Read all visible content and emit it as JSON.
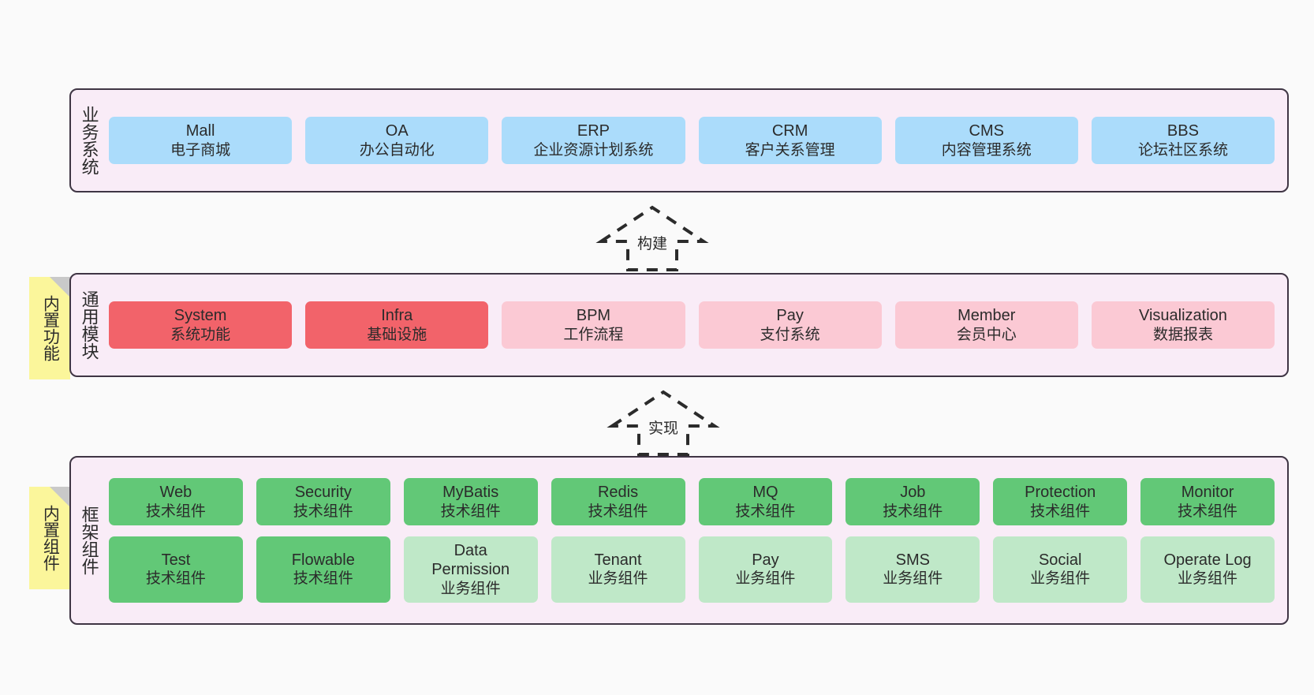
{
  "diagram": {
    "background": "#fafafa",
    "layer_fill": "#f9ecf7",
    "layer_border": "#3f3544",
    "note_fill": "#fbf69b",
    "note_fold": "#c9c9c9",
    "arrow_color": "#2b2b2b"
  },
  "layers": [
    {
      "id": "business-systems",
      "title": "业务系统",
      "rows": [
        [
          {
            "name": "Mall",
            "desc": "电子商城",
            "color": "#abdcfb",
            "style": "c-blue"
          },
          {
            "name": "OA",
            "desc": "办公自动化",
            "color": "#abdcfb",
            "style": "c-blue"
          },
          {
            "name": "ERP",
            "desc": "企业资源计划系统",
            "color": "#abdcfb",
            "style": "c-blue"
          },
          {
            "name": "CRM",
            "desc": "客户关系管理",
            "color": "#abdcfb",
            "style": "c-blue"
          },
          {
            "name": "CMS",
            "desc": "内容管理系统",
            "color": "#abdcfb",
            "style": "c-blue"
          },
          {
            "name": "BBS",
            "desc": "论坛社区系统",
            "color": "#abdcfb",
            "style": "c-blue"
          }
        ]
      ]
    },
    {
      "id": "common-modules",
      "title": "通用模块",
      "note": "内置功能",
      "rows": [
        [
          {
            "name": "System",
            "desc": "系统功能",
            "color": "#f2636a",
            "style": "c-red"
          },
          {
            "name": "Infra",
            "desc": "基础设施",
            "color": "#f2636a",
            "style": "c-red"
          },
          {
            "name": "BPM",
            "desc": "工作流程",
            "color": "#fbc9d4",
            "style": "c-pink"
          },
          {
            "name": "Pay",
            "desc": "支付系统",
            "color": "#fbc9d4",
            "style": "c-pink"
          },
          {
            "name": "Member",
            "desc": "会员中心",
            "color": "#fbc9d4",
            "style": "c-pink"
          },
          {
            "name": "Visualization",
            "desc": "数据报表",
            "color": "#fbc9d4",
            "style": "c-pink"
          }
        ]
      ]
    },
    {
      "id": "framework-components",
      "title": "框架组件",
      "note": "内置组件",
      "rows": [
        [
          {
            "name": "Web",
            "desc": "技术组件",
            "color": "#62c877",
            "style": "c-green"
          },
          {
            "name": "Security",
            "desc": "技术组件",
            "color": "#62c877",
            "style": "c-green"
          },
          {
            "name": "MyBatis",
            "desc": "技术组件",
            "color": "#62c877",
            "style": "c-green"
          },
          {
            "name": "Redis",
            "desc": "技术组件",
            "color": "#62c877",
            "style": "c-green"
          },
          {
            "name": "MQ",
            "desc": "技术组件",
            "color": "#62c877",
            "style": "c-green"
          },
          {
            "name": "Job",
            "desc": "技术组件",
            "color": "#62c877",
            "style": "c-green"
          },
          {
            "name": "Protection",
            "desc": "技术组件",
            "color": "#62c877",
            "style": "c-green"
          },
          {
            "name": "Monitor",
            "desc": "技术组件",
            "color": "#62c877",
            "style": "c-green"
          }
        ],
        [
          {
            "name": "Test",
            "desc": "技术组件",
            "color": "#62c877",
            "style": "c-green"
          },
          {
            "name": "Flowable",
            "desc": "技术组件",
            "color": "#62c877",
            "style": "c-green"
          },
          {
            "name": "Data Permission",
            "desc": "业务组件",
            "color": "#bfe8c8",
            "style": "c-lgreen"
          },
          {
            "name": "Tenant",
            "desc": "业务组件",
            "color": "#bfe8c8",
            "style": "c-lgreen"
          },
          {
            "name": "Pay",
            "desc": "业务组件",
            "color": "#bfe8c8",
            "style": "c-lgreen"
          },
          {
            "name": "SMS",
            "desc": "业务组件",
            "color": "#bfe8c8",
            "style": "c-lgreen"
          },
          {
            "name": "Social",
            "desc": "业务组件",
            "color": "#bfe8c8",
            "style": "c-lgreen"
          },
          {
            "name": "Operate Log",
            "desc": "业务组件",
            "color": "#bfe8c8",
            "style": "c-lgreen"
          }
        ]
      ]
    }
  ],
  "arrows": [
    {
      "id": "arrow-build",
      "label": "构建",
      "direction": "up",
      "from": "common-modules",
      "to": "business-systems"
    },
    {
      "id": "arrow-implement",
      "label": "实现",
      "direction": "up",
      "from": "framework-components",
      "to": "common-modules"
    }
  ]
}
